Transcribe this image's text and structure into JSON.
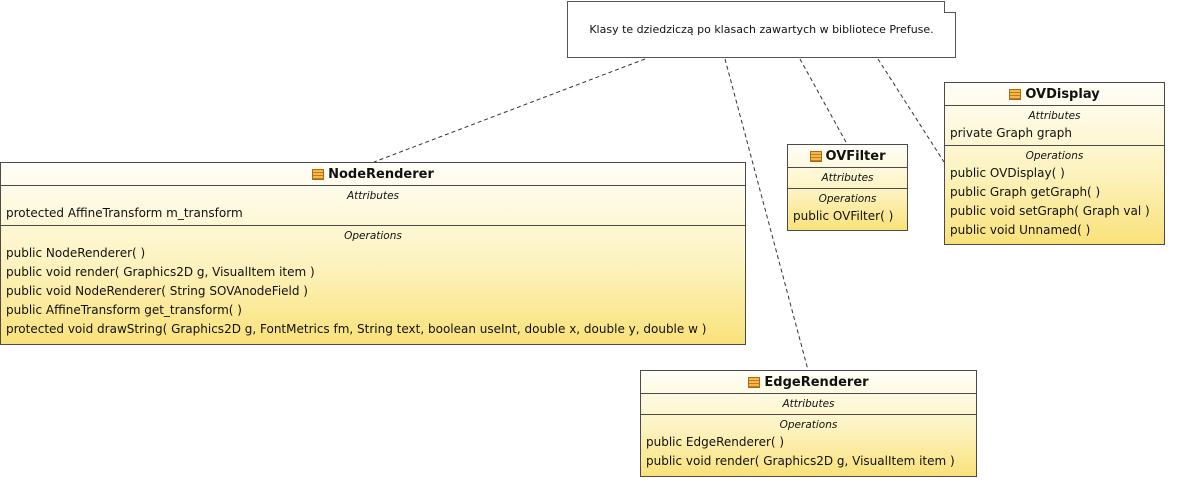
{
  "note": {
    "text": "Klasy te dziedziczą po klasach zawartych w bibliotece Prefuse."
  },
  "classes": {
    "node_renderer": {
      "name": "NodeRenderer",
      "attributes_title": "Attributes",
      "attributes": [
        "protected AffineTransform m_transform"
      ],
      "operations_title": "Operations",
      "operations": [
        "public NodeRenderer(  )",
        "public void  render( Graphics2D g, VisualItem item )",
        "public void  NodeRenderer( String SOVAnodeField )",
        "public AffineTransform  get_transform(  )",
        "protected void  drawString( Graphics2D g, FontMetrics fm, String text, boolean useInt, double x, double y, double w )"
      ]
    },
    "ov_filter": {
      "name": "OVFilter",
      "attributes_title": "Attributes",
      "attributes": [],
      "operations_title": "Operations",
      "operations": [
        "public OVFilter(  )"
      ]
    },
    "ov_display": {
      "name": "OVDisplay",
      "attributes_title": "Attributes",
      "attributes": [
        "private Graph graph"
      ],
      "operations_title": "Operations",
      "operations": [
        "public OVDisplay(  )",
        "public Graph  getGraph(  )",
        "public void  setGraph( Graph val )",
        "public void  Unnamed(  )"
      ]
    },
    "edge_renderer": {
      "name": "EdgeRenderer",
      "attributes_title": "Attributes",
      "attributes": [],
      "operations_title": "Operations",
      "operations": [
        "public EdgeRenderer(  )",
        "public void  render( Graphics2D g, VisualItem item )"
      ]
    }
  },
  "colors": {
    "class_fill_top": "#fffef8",
    "class_fill_bottom": "#f9e27a",
    "border": "#4a4a4a"
  }
}
